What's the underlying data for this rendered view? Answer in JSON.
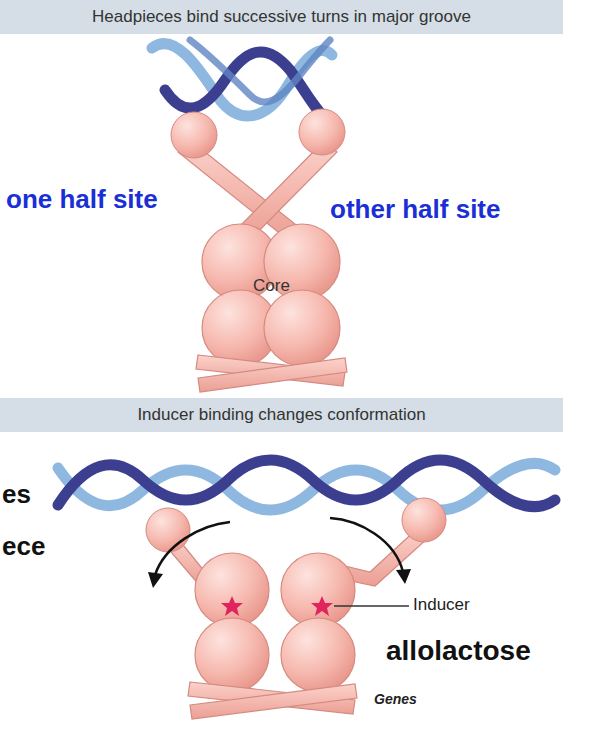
{
  "diagram": {
    "nodes": [
      {
        "text": [
          "Headpieces bind successive turns in major groove"
        ]
      },
      {
        "text": [
          "Inducer binding changes conformation"
        ]
      }
    ],
    "labels": [
      "one half site",
      "other half site",
      "Core",
      "es",
      "ece",
      "Inducer",
      "allolactose",
      "Genes"
    ]
  }
}
